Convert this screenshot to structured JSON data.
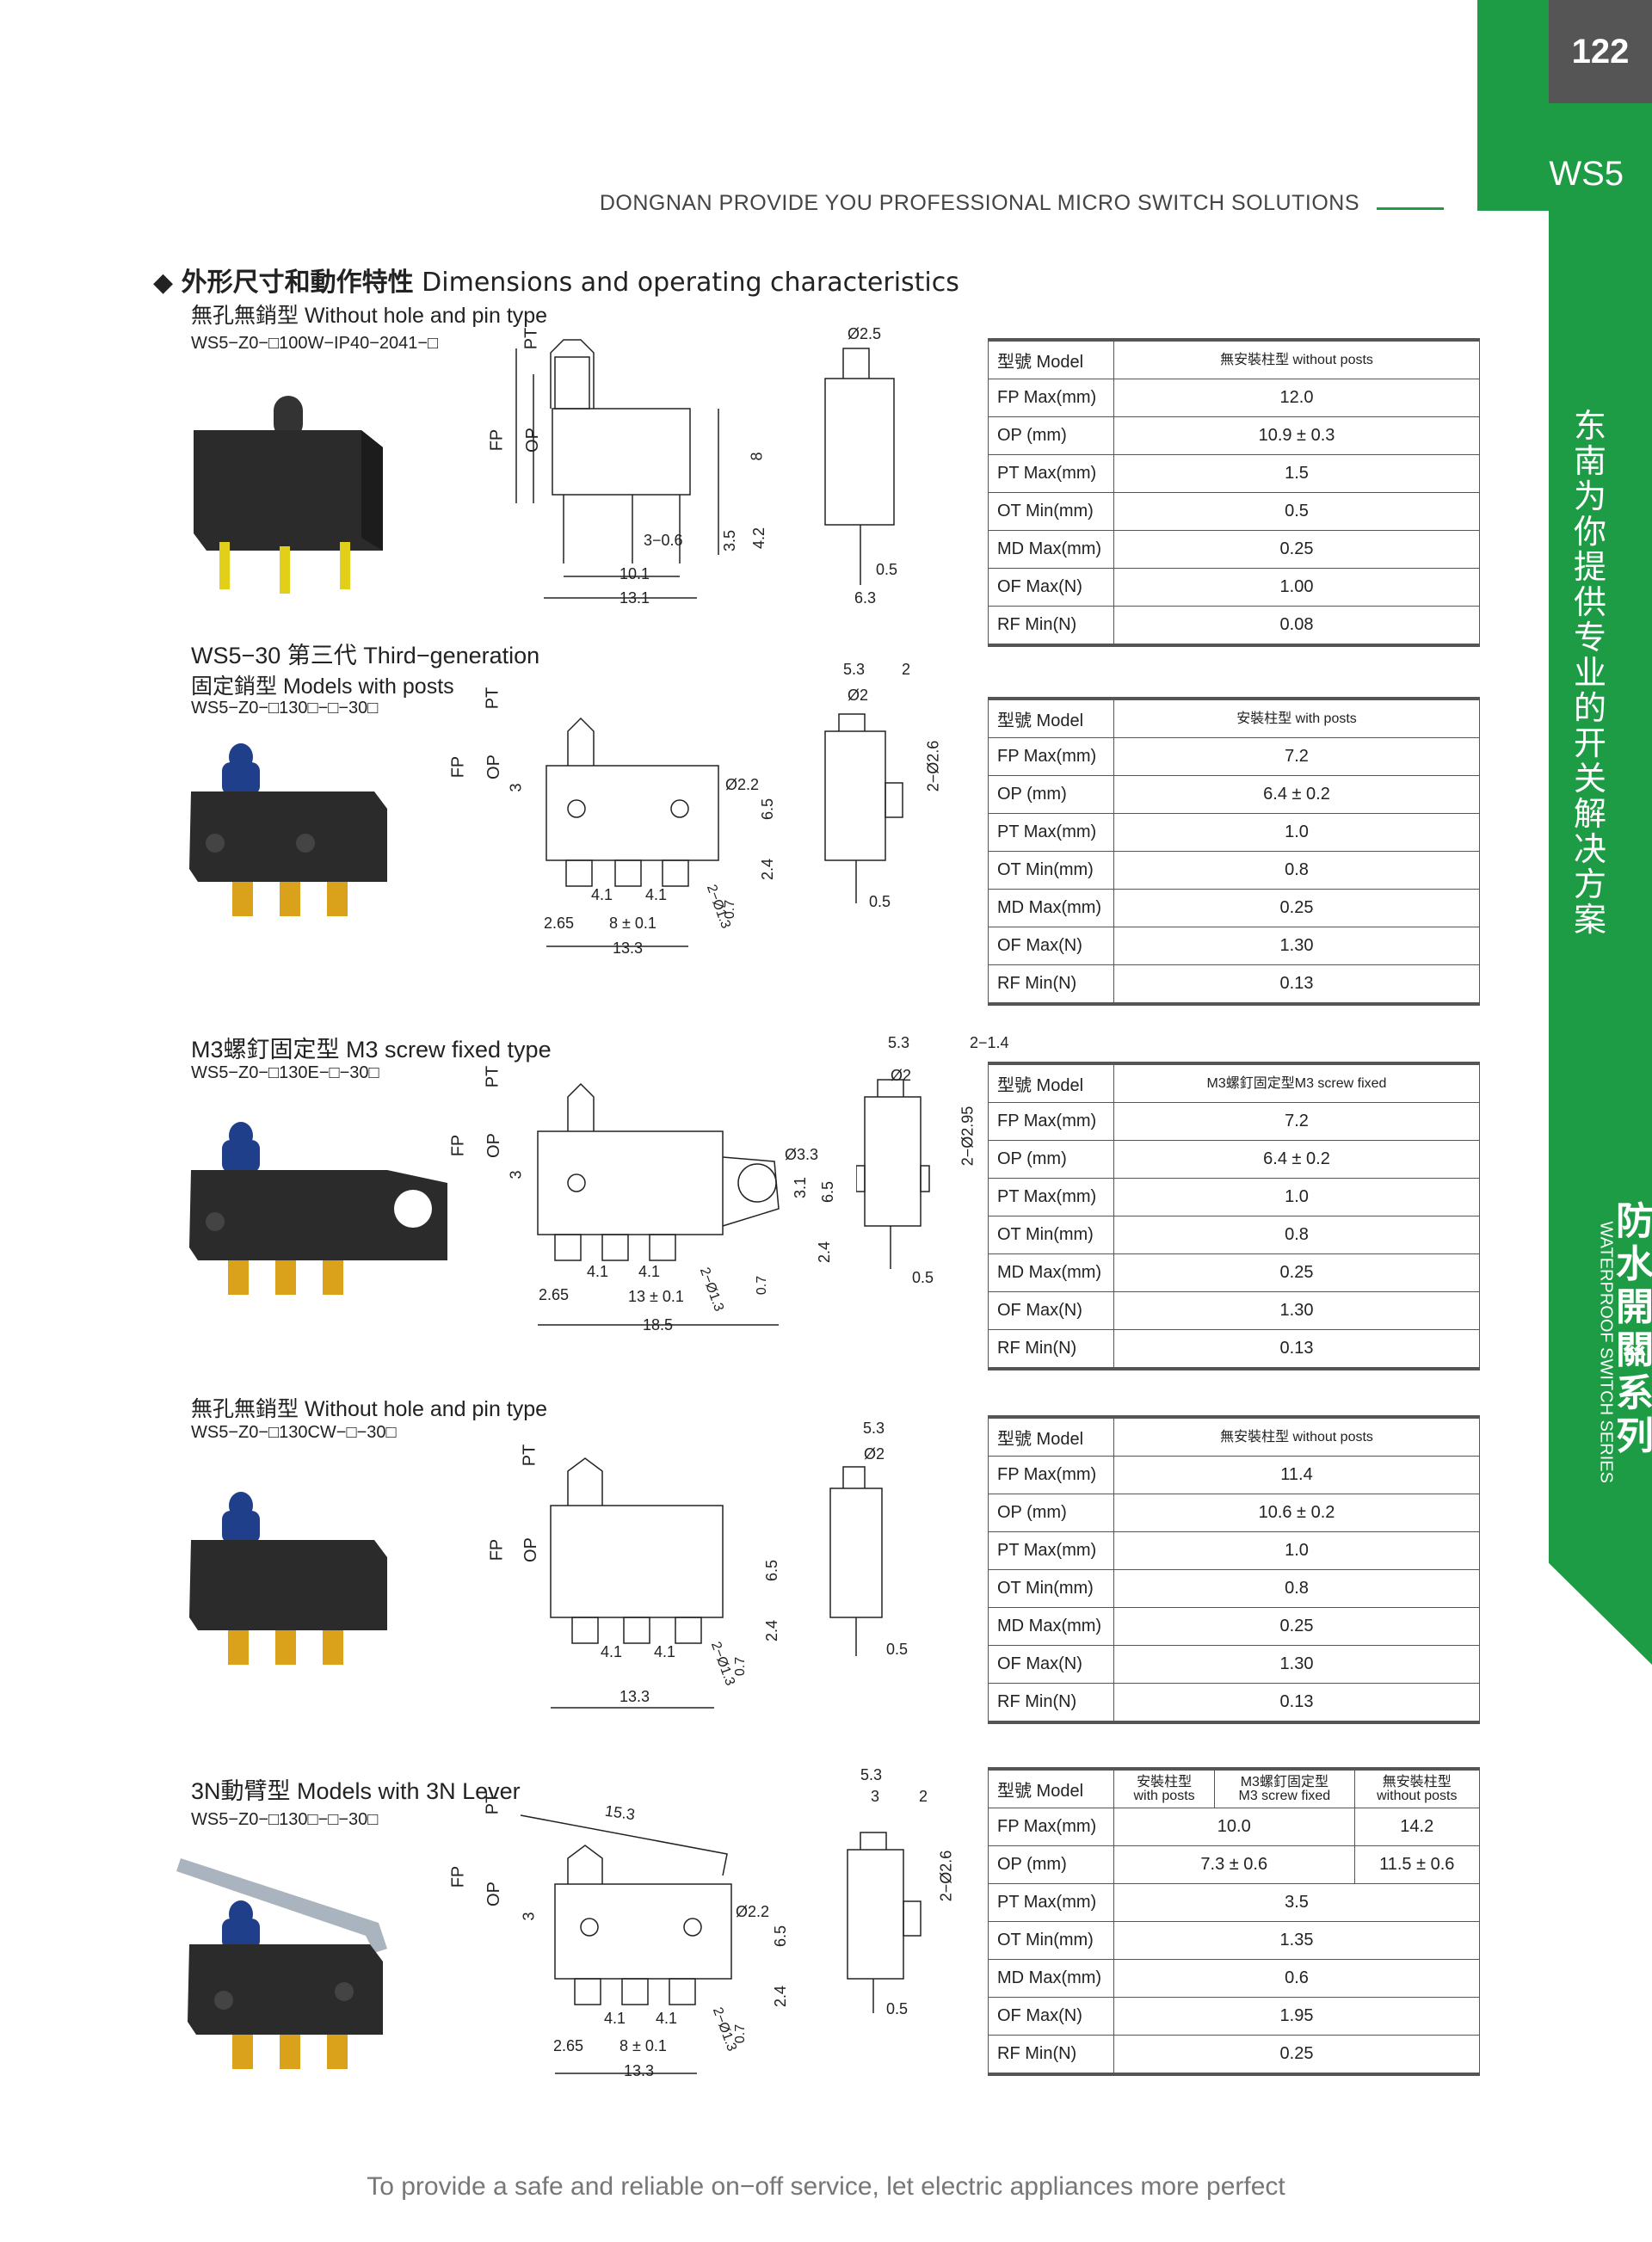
{
  "page_number": "122",
  "series_code": "WS5",
  "header_slogan": "DONGNAN PROVIDE YOU PROFESSIONAL MICRO SWITCH SOLUTIONS",
  "side_vertical_cn": "东南为你提供专业的开关解决方案",
  "side_series_cn": "防水開關系列",
  "side_series_en": "WATERPROOF SWITCH SERIES",
  "section_title": {
    "bullet": "◆",
    "cn": "外形尺寸和動作特性",
    "en": "Dimensions and operating characteristics"
  },
  "blocks": [
    {
      "heading": "",
      "subheading": "無孔無銷型  Without hole and pin type",
      "model_code": "WS5−Z0−□100W−IP40−2041−□"
    },
    {
      "heading": "WS5−30 第三代  Third−generation",
      "subheading": "固定銷型 Models with posts",
      "model_code": "WS5−Z0−□130□−□−30□"
    },
    {
      "heading": "M3螺釘固定型 M3 screw fixed type",
      "subheading": "",
      "model_code": "WS5−Z0−□130E−□−30□"
    },
    {
      "heading": "",
      "subheading": "無孔無銷型 Without hole and pin type",
      "model_code": "WS5−Z0−□130CW−□−30□"
    },
    {
      "heading": "3N動臂型 Models with 3N Lever",
      "subheading": "",
      "model_code": "WS5−Z0−□130□−□−30□"
    }
  ],
  "tables": [
    {
      "header": [
        "型號 Model",
        "無安裝柱型 without posts"
      ],
      "rows": [
        [
          "FP Max(mm)",
          "12.0"
        ],
        [
          "OP (mm)",
          "10.9 ± 0.3"
        ],
        [
          "PT Max(mm)",
          "1.5"
        ],
        [
          "OT Min(mm)",
          "0.5"
        ],
        [
          "MD Max(mm)",
          "0.25"
        ],
        [
          "OF Max(N)",
          "1.00"
        ],
        [
          "RF Min(N)",
          "0.08"
        ]
      ]
    },
    {
      "header": [
        "型號 Model",
        "安裝柱型 with posts"
      ],
      "rows": [
        [
          "FP Max(mm)",
          "7.2"
        ],
        [
          "OP (mm)",
          "6.4 ± 0.2"
        ],
        [
          "PT Max(mm)",
          "1.0"
        ],
        [
          "OT Min(mm)",
          "0.8"
        ],
        [
          "MD Max(mm)",
          "0.25"
        ],
        [
          "OF Max(N)",
          "1.30"
        ],
        [
          "RF Min(N)",
          "0.13"
        ]
      ]
    },
    {
      "header": [
        "型號 Model",
        "M3螺釘固定型M3 screw fixed"
      ],
      "rows": [
        [
          "FP Max(mm)",
          "7.2"
        ],
        [
          "OP (mm)",
          "6.4 ± 0.2"
        ],
        [
          "PT Max(mm)",
          "1.0"
        ],
        [
          "OT Min(mm)",
          "0.8"
        ],
        [
          "MD Max(mm)",
          "0.25"
        ],
        [
          "OF Max(N)",
          "1.30"
        ],
        [
          "RF Min(N)",
          "0.13"
        ]
      ]
    },
    {
      "header": [
        "型號 Model",
        "無安裝柱型 without posts"
      ],
      "rows": [
        [
          "FP Max(mm)",
          "11.4"
        ],
        [
          "OP (mm)",
          "10.6 ± 0.2"
        ],
        [
          "PT Max(mm)",
          "1.0"
        ],
        [
          "OT Min(mm)",
          "0.8"
        ],
        [
          "MD Max(mm)",
          "0.25"
        ],
        [
          "OF Max(N)",
          "1.30"
        ],
        [
          "RF Min(N)",
          "0.13"
        ]
      ]
    }
  ],
  "table5": {
    "header": {
      "model": "型號 Model",
      "col1_cn": "安裝柱型",
      "col1_en": "with posts",
      "col2_cn": "M3螺釘固定型",
      "col2_en": "M3 screw fixed",
      "col3_cn": "無安裝柱型",
      "col3_en": "without posts"
    },
    "fp": {
      "label": "FP Max(mm)",
      "shared": "10.0",
      "col3": "14.2"
    },
    "op": {
      "label": "OP (mm)",
      "shared": "7.3 ± 0.6",
      "col3": "11.5 ± 0.6"
    },
    "rows": [
      [
        "PT Max(mm)",
        "3.5"
      ],
      [
        "OT Min(mm)",
        "1.35"
      ],
      [
        "MD Max(mm)",
        "0.6"
      ],
      [
        "OF Max(N)",
        "1.95"
      ],
      [
        "RF Min(N)",
        "0.25"
      ]
    ]
  },
  "drawing_labels": {
    "d1": {
      "pt": "PT",
      "fp": "FP",
      "op": "OP",
      "d8": "8",
      "d3_06": "3−0.6",
      "d35": "3.5",
      "d42": "4.2",
      "d101": "10.1",
      "d131": "13.1",
      "dia25": "Ø2.5",
      "d05": "0.5",
      "d63": "6.3"
    },
    "d2": {
      "pt": "PT",
      "fp": "FP",
      "op": "OP",
      "d3": "3",
      "dia22": "Ø2.2",
      "d65": "6.5",
      "d24": "2.4",
      "d41a": "4.1",
      "d41b": "4.1",
      "d265": "2.65",
      "d8": "8 ± 0.1",
      "d133": "13.3",
      "dia13": "2−Ø1.3",
      "d07": "0.7",
      "d53": "5.3",
      "d2": "2",
      "dia2": "Ø2",
      "dia26": "2−Ø2.6",
      "d05": "0.5"
    },
    "d3": {
      "pt": "PT",
      "fp": "FP",
      "op": "OP",
      "d3": "3",
      "dia33": "Ø3.3",
      "d31": "3.1",
      "d65": "6.5",
      "d24": "2.4",
      "d41a": "4.1",
      "d41b": "4.1",
      "d265": "2.65",
      "d13": "13 ± 0.1",
      "d185": "18.5",
      "dia13": "2−Ø1.3",
      "d07": "0.7",
      "d53": "5.3",
      "d214": "2−1.4",
      "dia2": "Ø2",
      "dia295": "2−Ø2.95",
      "d05": "0.5"
    },
    "d4": {
      "pt": "PT",
      "fp": "FP",
      "op": "OP",
      "d65": "6.5",
      "d24": "2.4",
      "d41a": "4.1",
      "d41b": "4.1",
      "d133": "13.3",
      "dia13": "2−Ø1.3",
      "d07": "0.7",
      "d53": "5.3",
      "dia2": "Ø2",
      "d05": "0.5"
    },
    "d5": {
      "pt": "PT",
      "fp": "FP",
      "op": "OP",
      "d153": "15.3",
      "d3": "3",
      "dia22": "Ø2.2",
      "d65": "6.5",
      "d24": "2.4",
      "d41a": "4.1",
      "d41b": "4.1",
      "d265": "2.65",
      "d8": "8 ± 0.1",
      "d133": "13.3",
      "dia13": "2−Ø1.3",
      "d07": "0.7",
      "d53": "5.3",
      "d3b": "3",
      "d2": "2",
      "dia26": "2−Ø2.6",
      "d05": "0.5"
    }
  },
  "footer": "To provide a safe and reliable on−off service, let electric appliances more perfect",
  "colors": {
    "brand_green": "#1e9c45",
    "page_box": "#555555",
    "switch_body": "#2b2b2b",
    "terminal_gold": "#d9a21a",
    "plunger_blue": "#1f3f8a",
    "lever_gray": "#a9b4bf"
  }
}
